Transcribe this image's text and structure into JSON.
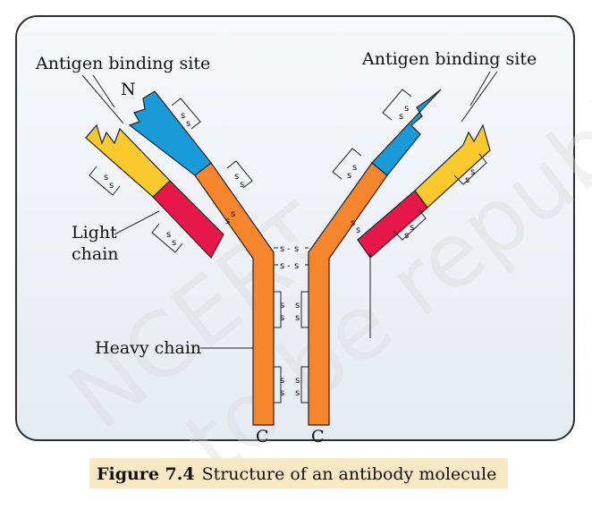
{
  "labels": {
    "antigen_left": "Antigen binding site",
    "antigen_right": "Antigen binding site",
    "n_terminus": "N",
    "light_chain_1": "Light",
    "light_chain_2": "chain",
    "heavy_chain": "Heavy chain",
    "c_left": "C",
    "c_right": "C"
  },
  "disulfide": "s",
  "caption": {
    "figure_number": "Figure 7.4",
    "text": "Structure of an antibody molecule"
  },
  "watermark": {
    "line1": "NCERT",
    "line2": "to be republished"
  },
  "colors": {
    "heavy_constant": "#f5862e",
    "variable_region": "#1a9ad8",
    "light_constant": "#e8174a",
    "light_variable": "#f9c92e",
    "frame_background": "#eef2f7",
    "caption_highlight": "#f8e9c4"
  }
}
